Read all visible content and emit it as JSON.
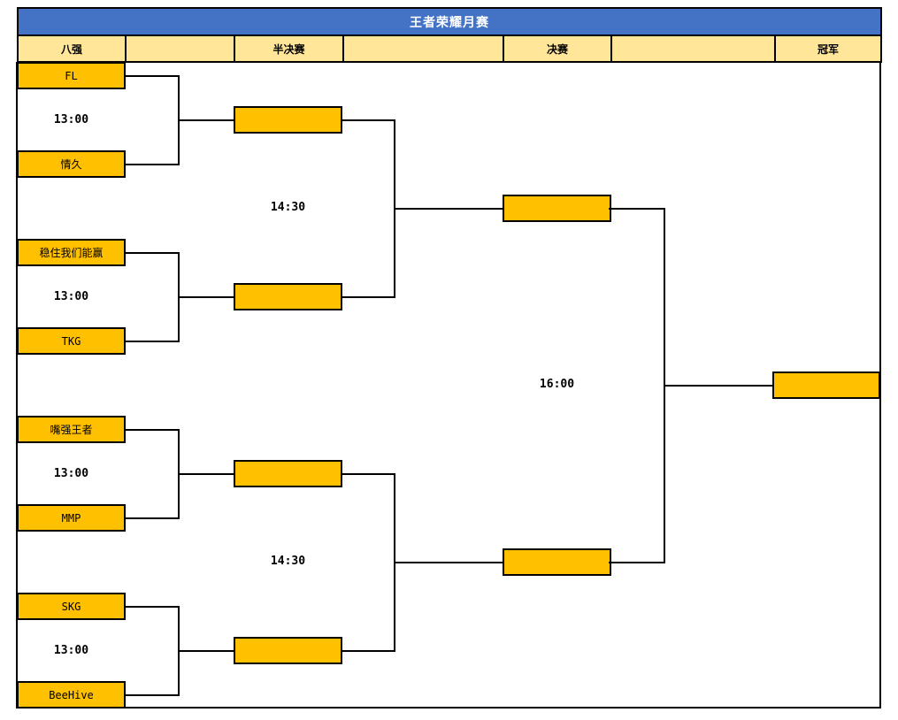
{
  "title": "王者荣耀月赛",
  "header": {
    "columns": [
      "八强",
      "",
      "半决赛",
      "",
      "决赛",
      "",
      "冠军"
    ]
  },
  "bracket": {
    "quarterfinals": [
      {
        "team1": "FL",
        "team2": "情久",
        "time": "13:00"
      },
      {
        "team1": "稳住我们能赢",
        "team2": "TKG",
        "time": "13:00"
      },
      {
        "team1": "嘴强王者",
        "team2": "MMP",
        "time": "13:00"
      },
      {
        "team1": "SKG",
        "team2": "BeeHive",
        "time": "13:00"
      }
    ],
    "semifinals": [
      {
        "time": "14:30",
        "winner": ""
      },
      {
        "time": "14:30",
        "winner": ""
      }
    ],
    "final": {
      "time": "16:00",
      "winner1": "",
      "winner2": ""
    },
    "champion": ""
  },
  "colors": {
    "title_bar": "#4472C4",
    "round_header": "#FFE699",
    "slot": "#FFC000",
    "line": "#000000"
  }
}
